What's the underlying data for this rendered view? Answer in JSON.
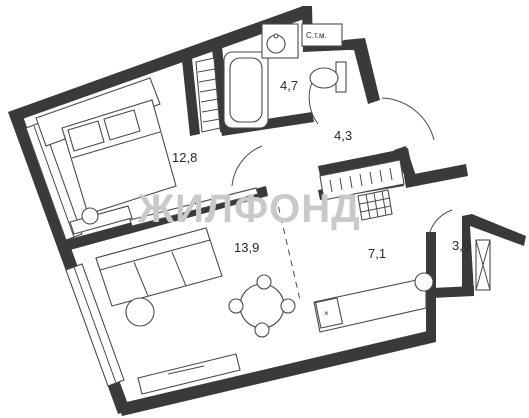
{
  "rooms": {
    "bedroom_area": "12,8",
    "bathroom_area": "4,7",
    "hall_area": "4,3",
    "living_area": "13,9",
    "kitchen_area": "7,1",
    "loggia_area": "3,0"
  },
  "labels": {
    "wc": "С.т.м.",
    "watermark": "ЖИЛФОНД"
  },
  "colors": {
    "walls": "#3a3a3a",
    "watermark": "#c9c9c9"
  }
}
